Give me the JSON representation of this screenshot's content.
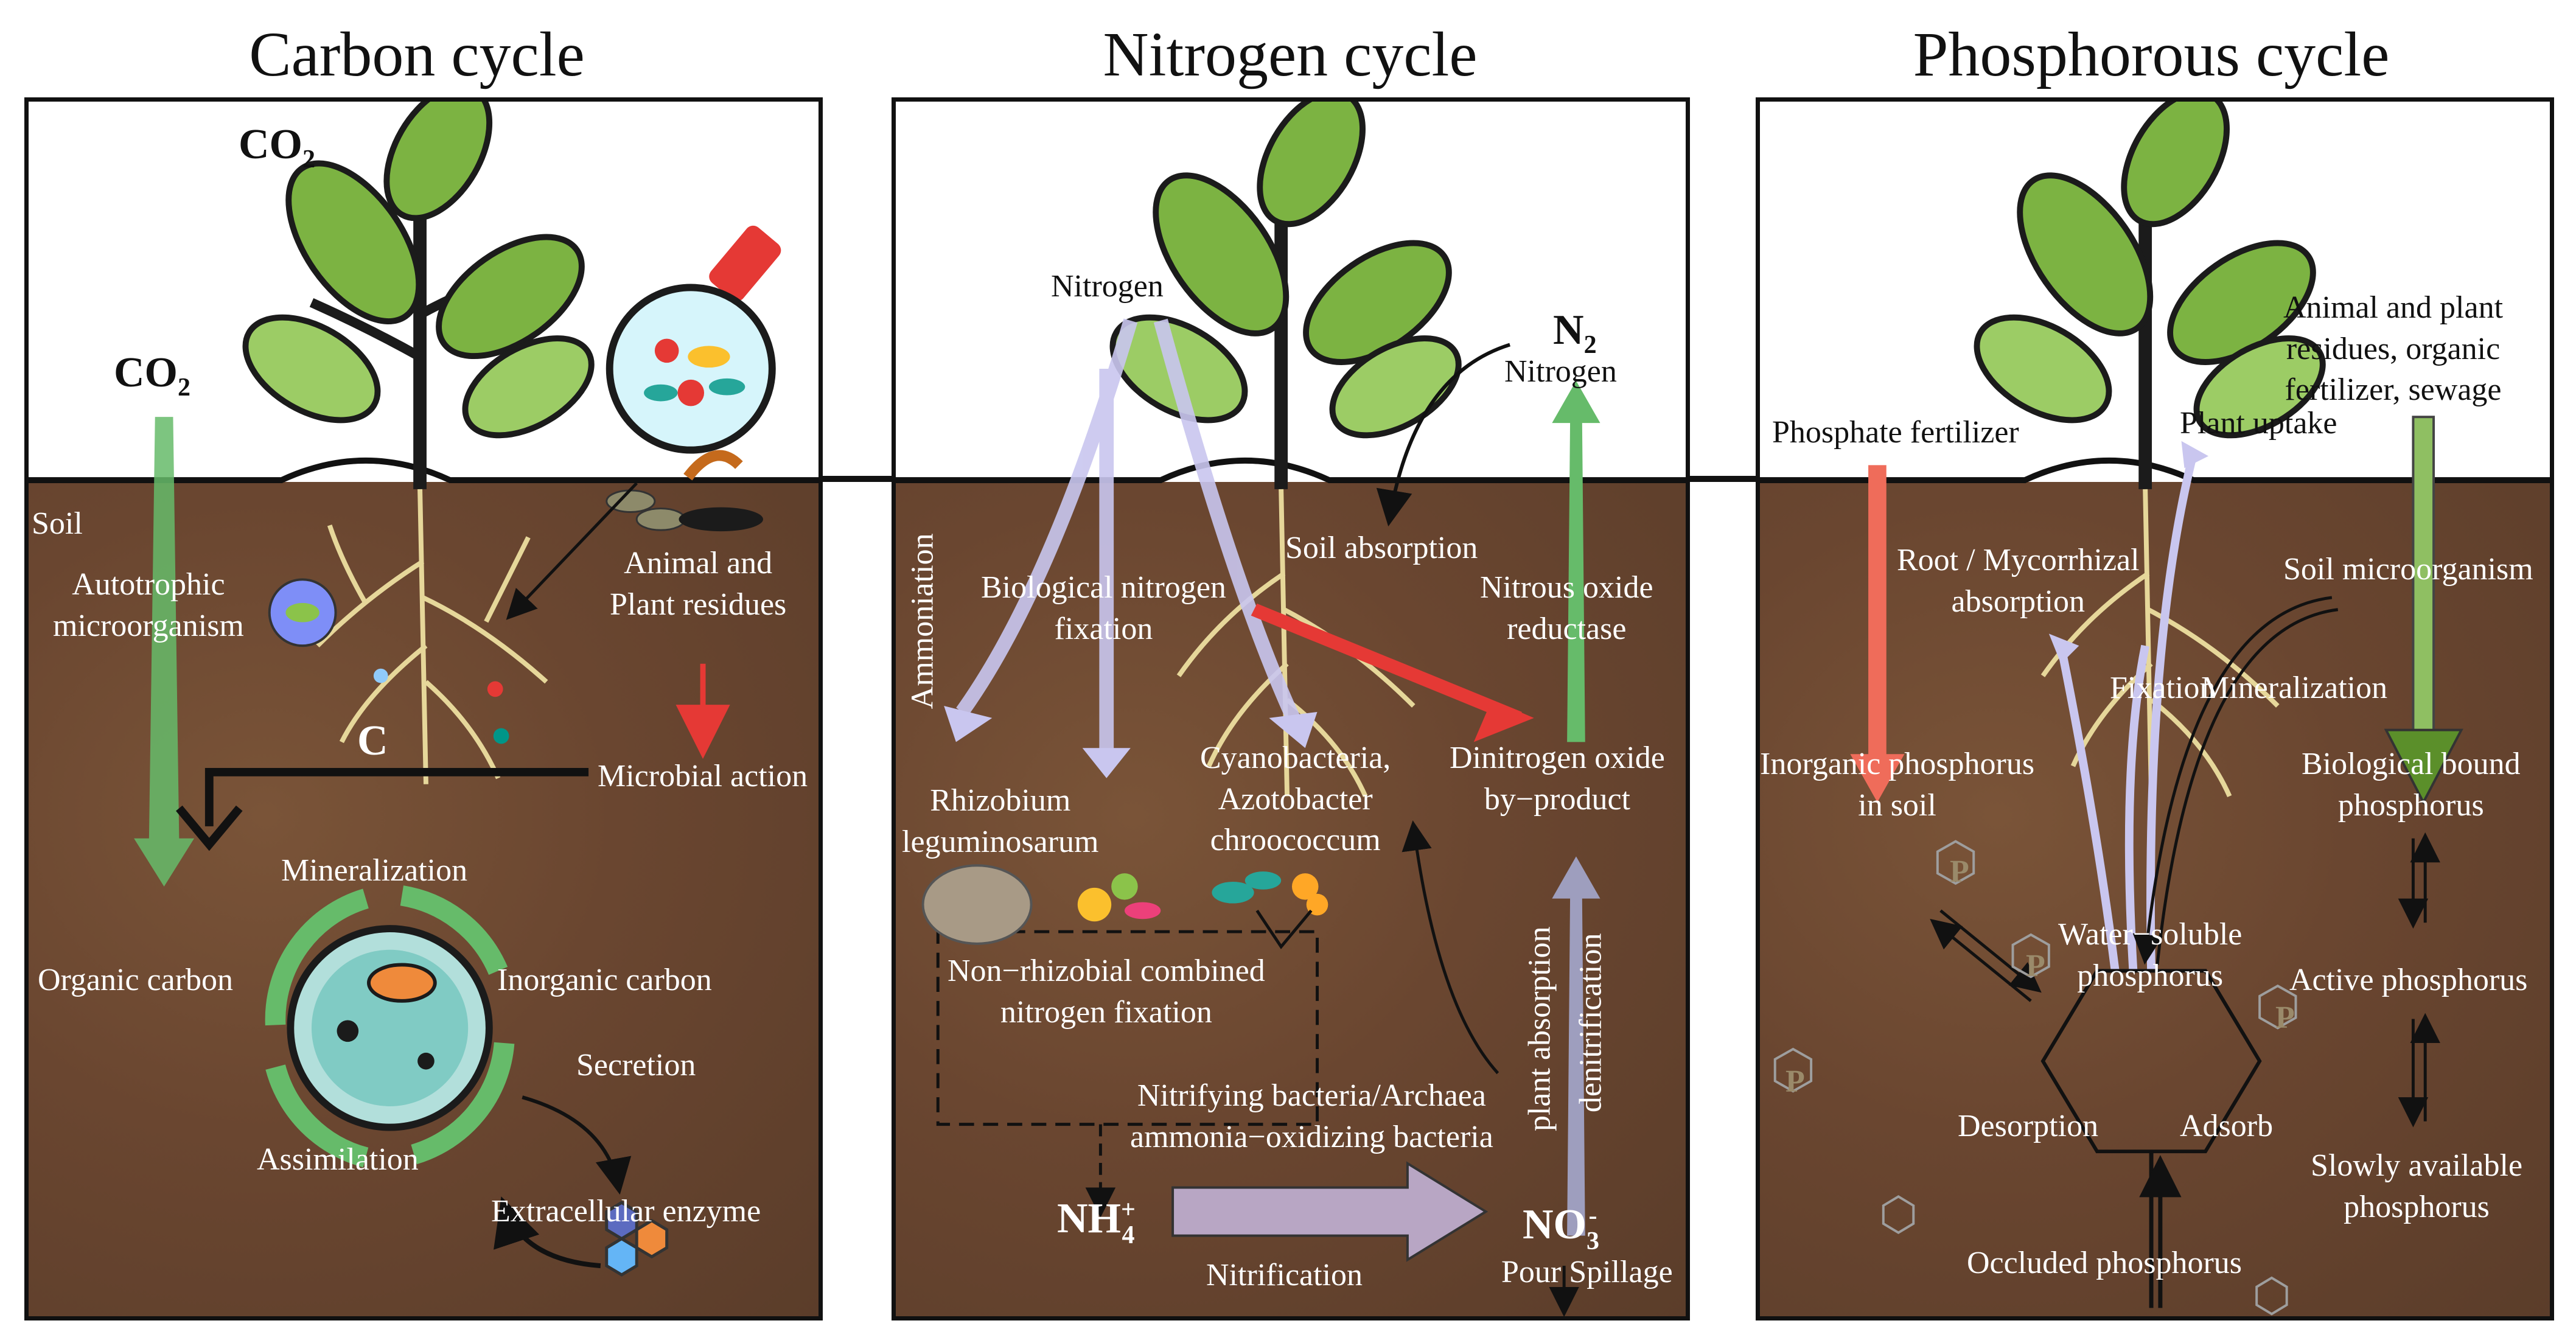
{
  "titles": {
    "carbon": "Carbon cycle",
    "nitrogen": "Nitrogen cycle",
    "phosphorus": "Phosphorous cycle"
  },
  "carbon": {
    "co2_top": "CO",
    "co2_top_sub": "2",
    "co2_left": "CO",
    "co2_left_sub": "2",
    "soil": "Soil",
    "autotrophic": "Autotrophic\nmicroorganism",
    "c": "C",
    "animal_plant": "Animal and\nPlant residues",
    "microbial_action": "Microbial action",
    "mineralization": "Mineralization",
    "organic_carbon": "Organic carbon",
    "inorganic_carbon": "Inorganic carbon",
    "secretion": "Secretion",
    "assimilation": "Assimilation",
    "extracellular_enzyme": "Extracellular enzyme"
  },
  "nitrogen": {
    "nitrogen": "Nitrogen",
    "n2": "N",
    "n2_sub": "2",
    "n2_nitrogen": "Nitrogen",
    "ammoniation": "Ammoniation",
    "bio_fixation": "Biological nitrogen\nfixation",
    "soil_absorption": "Soil absorption",
    "nitrous_oxide": "Nitrous oxide\nreductase",
    "rhizobium": "Rhizobium\nleguminosarum",
    "cyanobacteria": "Cyanobacteria,\nAzotobacter\nchroococcum",
    "dinitrogen": "Dinitrogen oxide\nby−product",
    "non_rhizobial": "Non−rhizobial combined\nnitrogen fixation",
    "plant_absorption": "plant absorption",
    "denitrification": "denitrification",
    "nitrifying": "Nitrifying bacteria/Archaea\nammonia−oxidizing bacteria",
    "nh4": "NH",
    "nh4_sup": "+",
    "nh4_sub": "4",
    "no3": "NO",
    "no3_sup": "-",
    "no3_sub": "3",
    "nitrification": "Nitrification",
    "pour_spillage": "Pour Spillage"
  },
  "phosphorus": {
    "animal_plant": "Animal and plant\nresidues, organic\nfertilizer, sewage",
    "phosphate_fertilizer": "Phosphate fertilizer",
    "plant_uptake": "Plant uptake",
    "root_myco": "Root / Mycorrhizal\nabsorption",
    "soil_micro": "Soil microorganism",
    "fixation": "Fixation",
    "mineralization": "Mineralization",
    "inorganic_p": "Inorganic phosphorus\nin soil",
    "bio_bound": "Biological bound\nphosphorus",
    "water_soluble": "Water−soluble\nphosphorus",
    "active_p": "Active phosphorus",
    "desorption": "Desorption",
    "adsorb": "Adsorb",
    "slowly": "Slowly available\nphosphorus",
    "occluded": "Occluded phosphorus",
    "p_marker": "P"
  }
}
